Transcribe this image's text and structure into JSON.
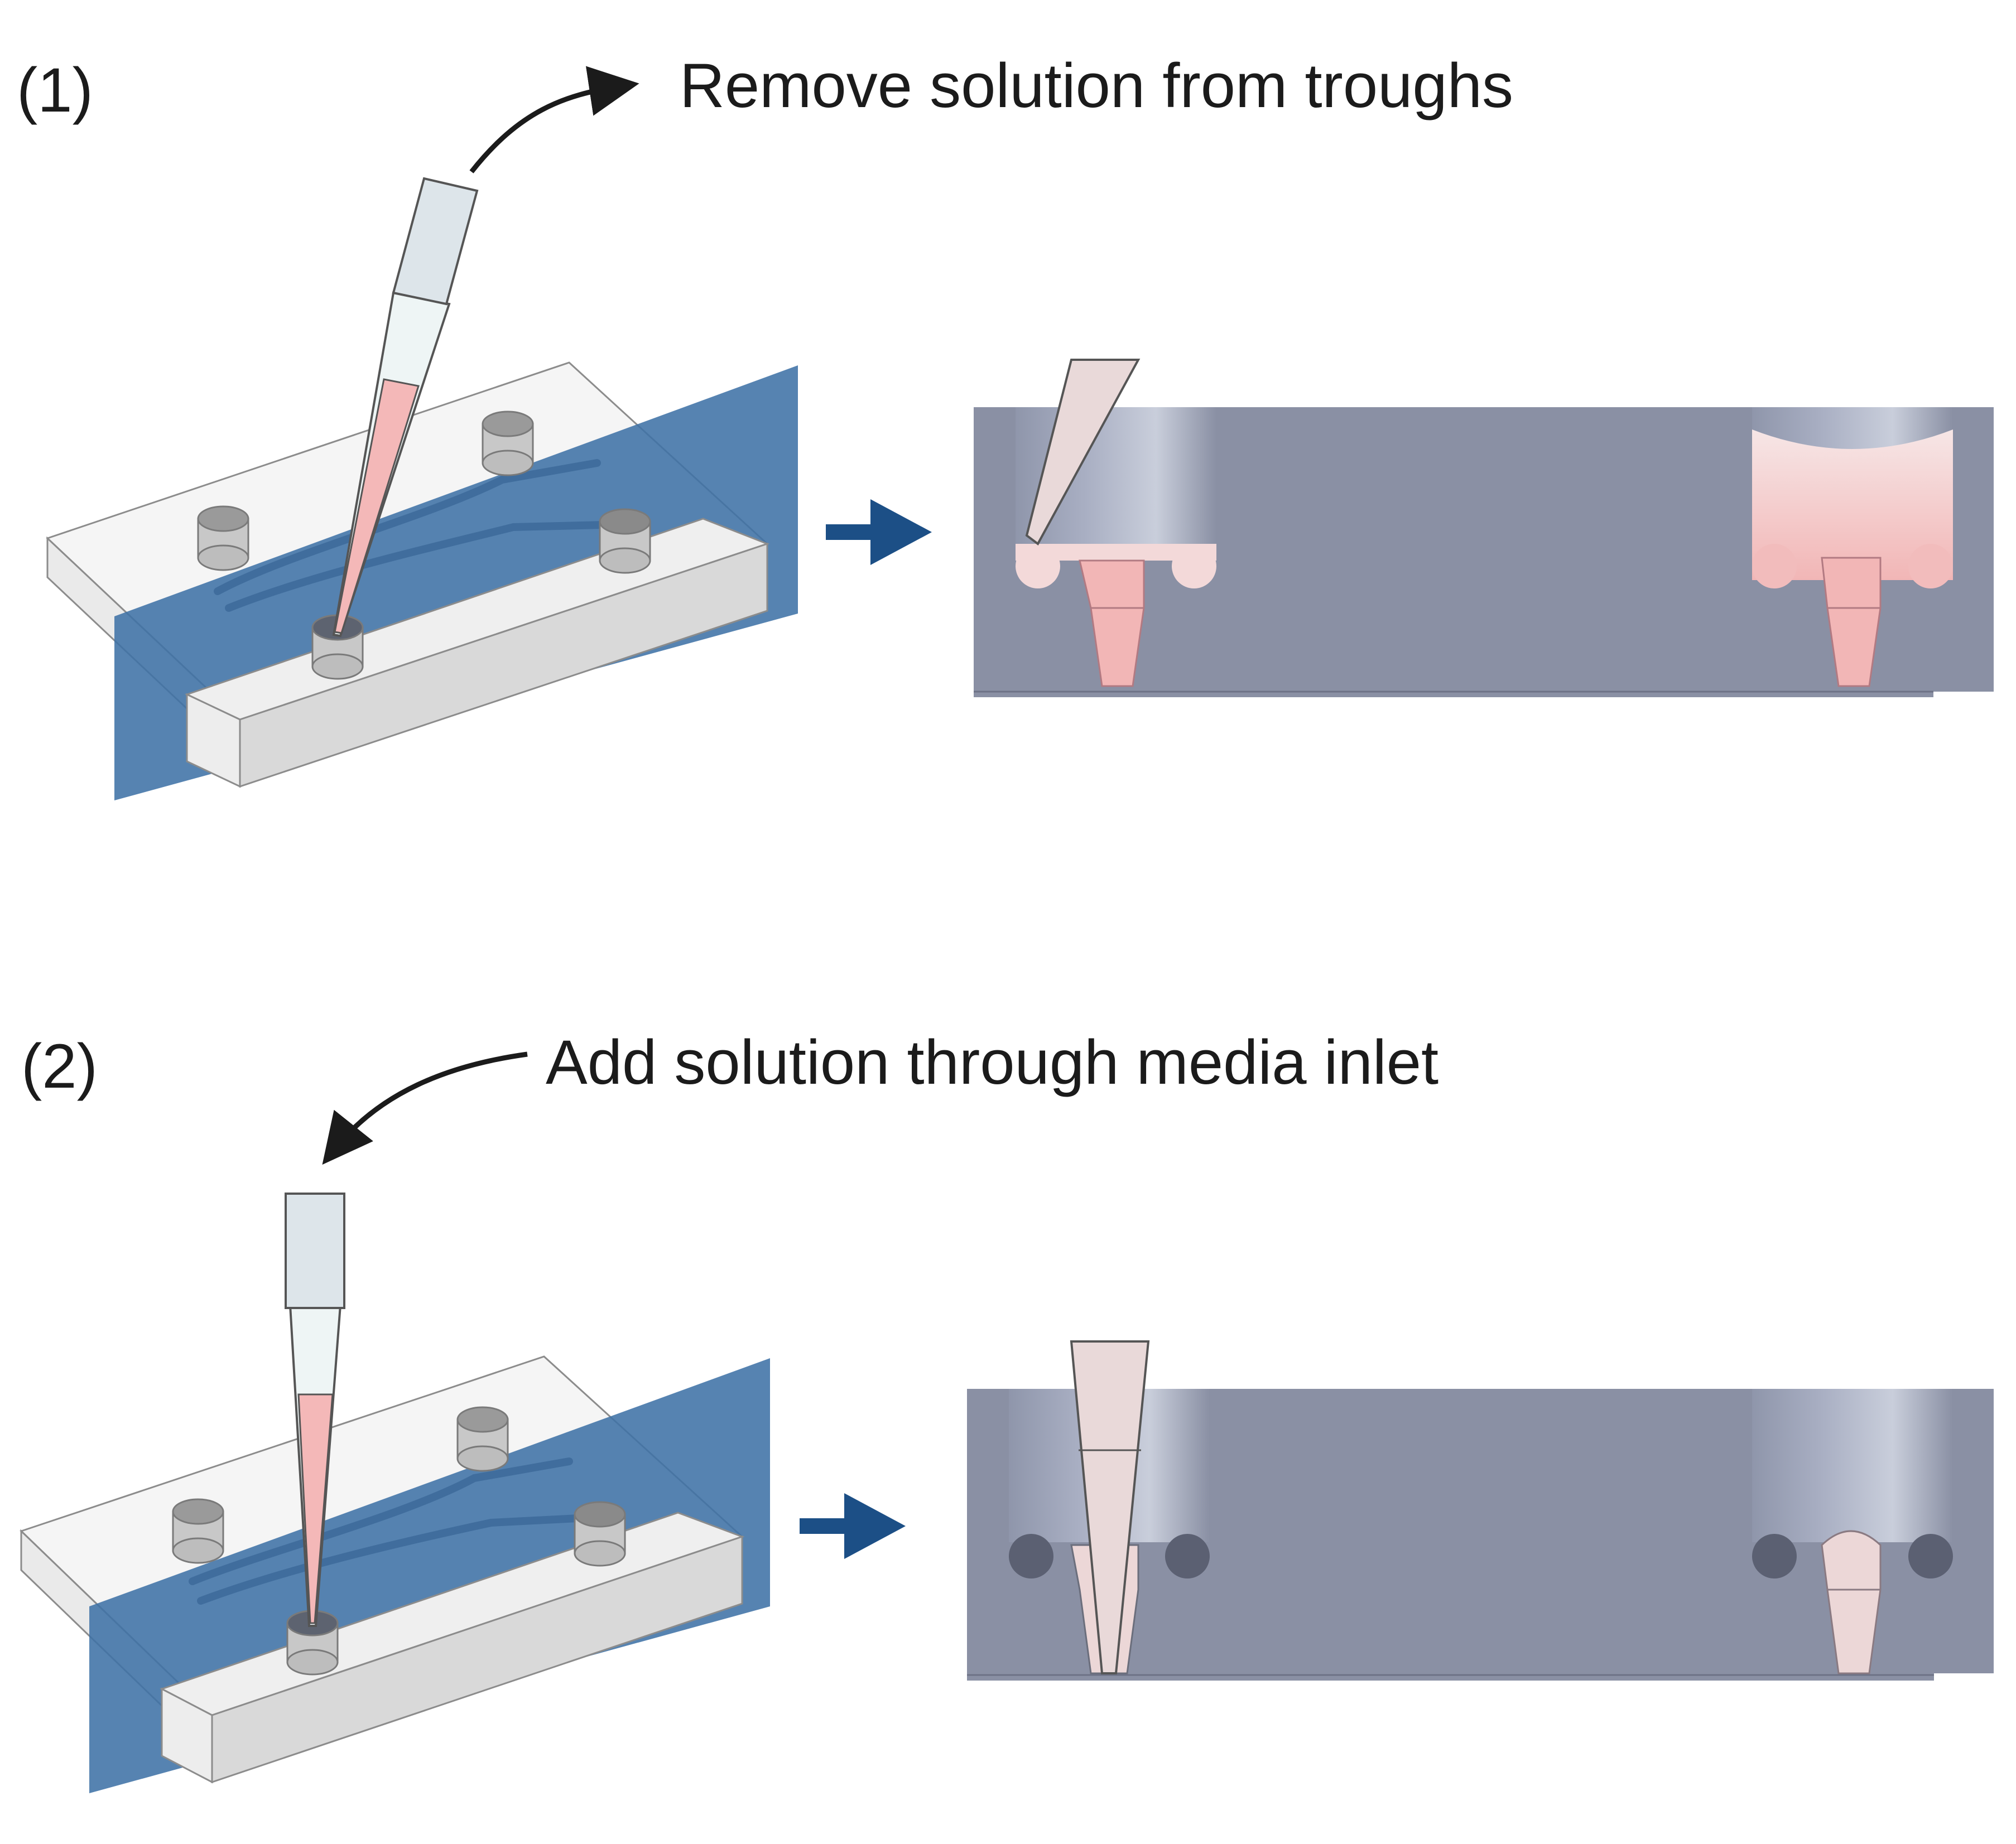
{
  "steps": [
    {
      "number": "(1)",
      "instruction": "Remove solution from troughs"
    },
    {
      "number": "(2)",
      "instruction": "Add solution through media inlet"
    }
  ],
  "colors": {
    "plane": "#3f72a6",
    "chip_top": "#f2f2f2",
    "chip_side": "#dcdcdc",
    "section_body": "#8a90a4",
    "section_shade": "#7d8397",
    "pink_fluid": "#f4b8b8",
    "light_pink": "#f3dede",
    "arrow": "#1c4f86",
    "text": "#1b1b1b"
  }
}
